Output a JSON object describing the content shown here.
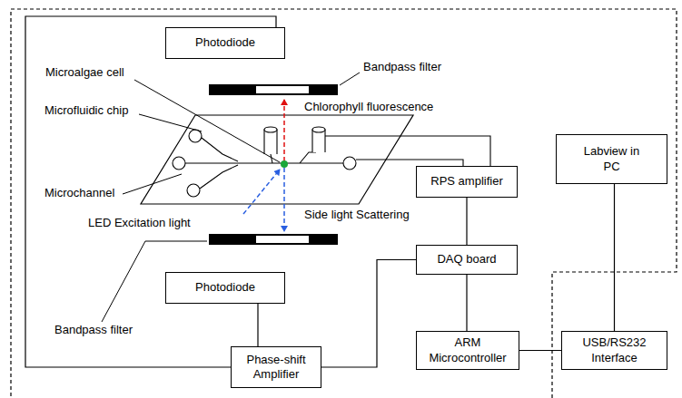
{
  "diagram": {
    "nodes": [
      {
        "text": [
          "Photodiode"
        ]
      },
      {
        "text": [
          "Labview in PC"
        ]
      },
      {
        "text": [
          "RPS amplifier"
        ]
      },
      {
        "text": [
          "DAQ board"
        ]
      },
      {
        "text": [
          "Photodiode"
        ]
      },
      {
        "text": [
          "ARM Microcontroller"
        ]
      },
      {
        "text": [
          "USB/RS232 Interface"
        ]
      },
      {
        "text": [
          "Phase-shift Amplifier"
        ]
      }
    ],
    "edges": [
      {
        "from": 0,
        "to": 7,
        "arrow": "none"
      },
      {
        "from": 4,
        "to": 7,
        "arrow": "none"
      },
      {
        "from": 7,
        "to": 3,
        "arrow": "none"
      },
      {
        "from": 2,
        "to": 3,
        "arrow": "none"
      },
      {
        "from": 3,
        "to": 5,
        "arrow": "none"
      },
      {
        "from": 5,
        "to": 6,
        "arrow": "none"
      },
      {
        "from": 6,
        "to": 1,
        "arrow": "none"
      }
    ],
    "labels": [
      "Bandpass filter",
      "Microalgae cell",
      "Chlorophyll fluorescence",
      "Microfluidic chip",
      "Microchannel",
      "Side light Scattering",
      "LED Excitation light",
      "Bandpass filter"
    ]
  }
}
